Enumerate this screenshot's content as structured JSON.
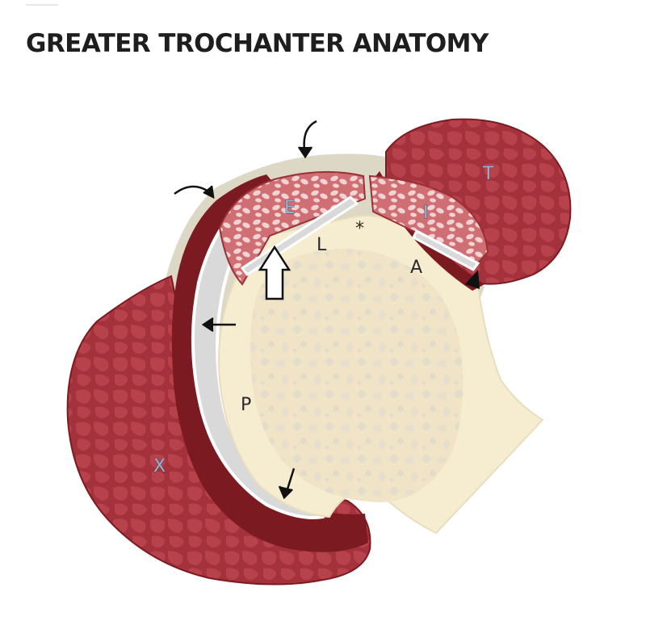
{
  "title": "GREATER TROCHANTER ANATOMY",
  "labels": {
    "T": "T",
    "E": "E",
    "I": "I",
    "star": "*",
    "L": "L",
    "A": "A",
    "P": "P",
    "X": "X"
  },
  "colors": {
    "muscle": "#a3323c",
    "muscle_dark": "#7c1a22",
    "tendon": "#ddd7c6",
    "bone": "#f6ecd0",
    "bursa": "#d8d8d8",
    "text": "#1e1e1e"
  }
}
